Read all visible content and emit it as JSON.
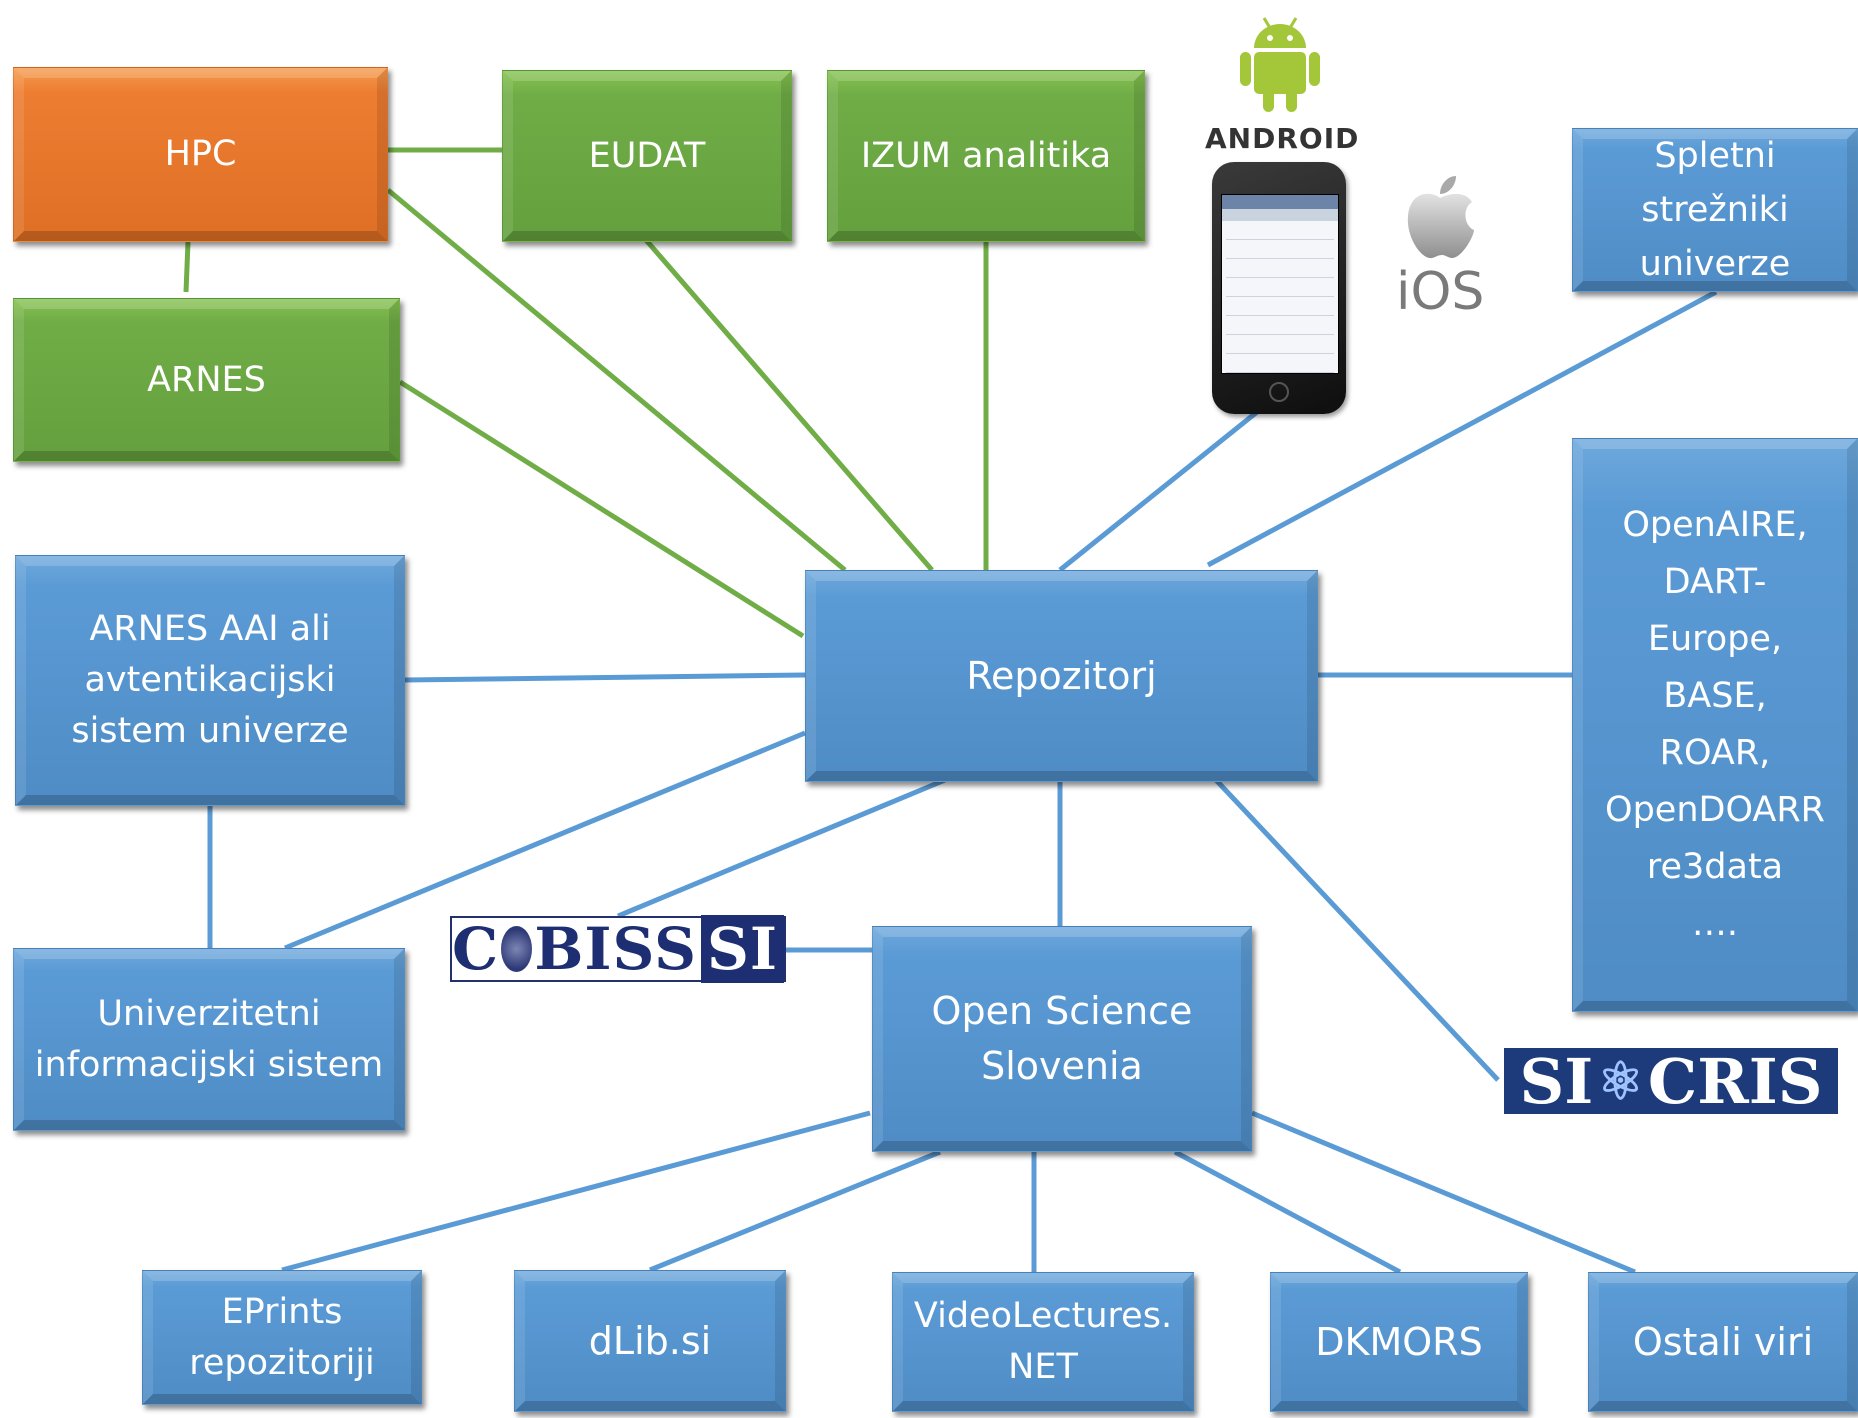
{
  "nodes": {
    "hpc": "HPC",
    "eudat": "EUDAT",
    "izum": "IZUM analitika",
    "arnes": "ARNES",
    "spletni": "Spletni\nstrežniki\nuniverze",
    "arnes_aai": "ARNES AAI  ali\navtentikacijski\nsistem univerze",
    "repozitorij": "Repozitorj",
    "openaire": "OpenAIRE,\nDART-\nEurope,\nBASE,\nROAR,\nOpenDOARR\nre3data\n….",
    "univ_info": "Univerzitetni\ninformacijski sistem",
    "open_science": "Open Science\nSlovenia",
    "eprints": "EPrints\nrepozitoriji",
    "dlib": "dLib.si",
    "videolectures": "VideoLectures.\nNET",
    "dkmors": "DKMORS",
    "ostali": "Ostali viri"
  },
  "logos": {
    "cobiss": {
      "left": "C",
      "right": "BISS",
      "suffix": "SI"
    },
    "sicris": {
      "left": "SI",
      "right": "CRIS"
    },
    "android": "ANDROID",
    "ios": "iOS"
  },
  "colors": {
    "blue": "#5b9bd5",
    "green": "#70ad47",
    "orange": "#ed7d31",
    "blue_line": "#5b9bd5",
    "green_line": "#70ad47",
    "android_green": "#a4c639"
  }
}
